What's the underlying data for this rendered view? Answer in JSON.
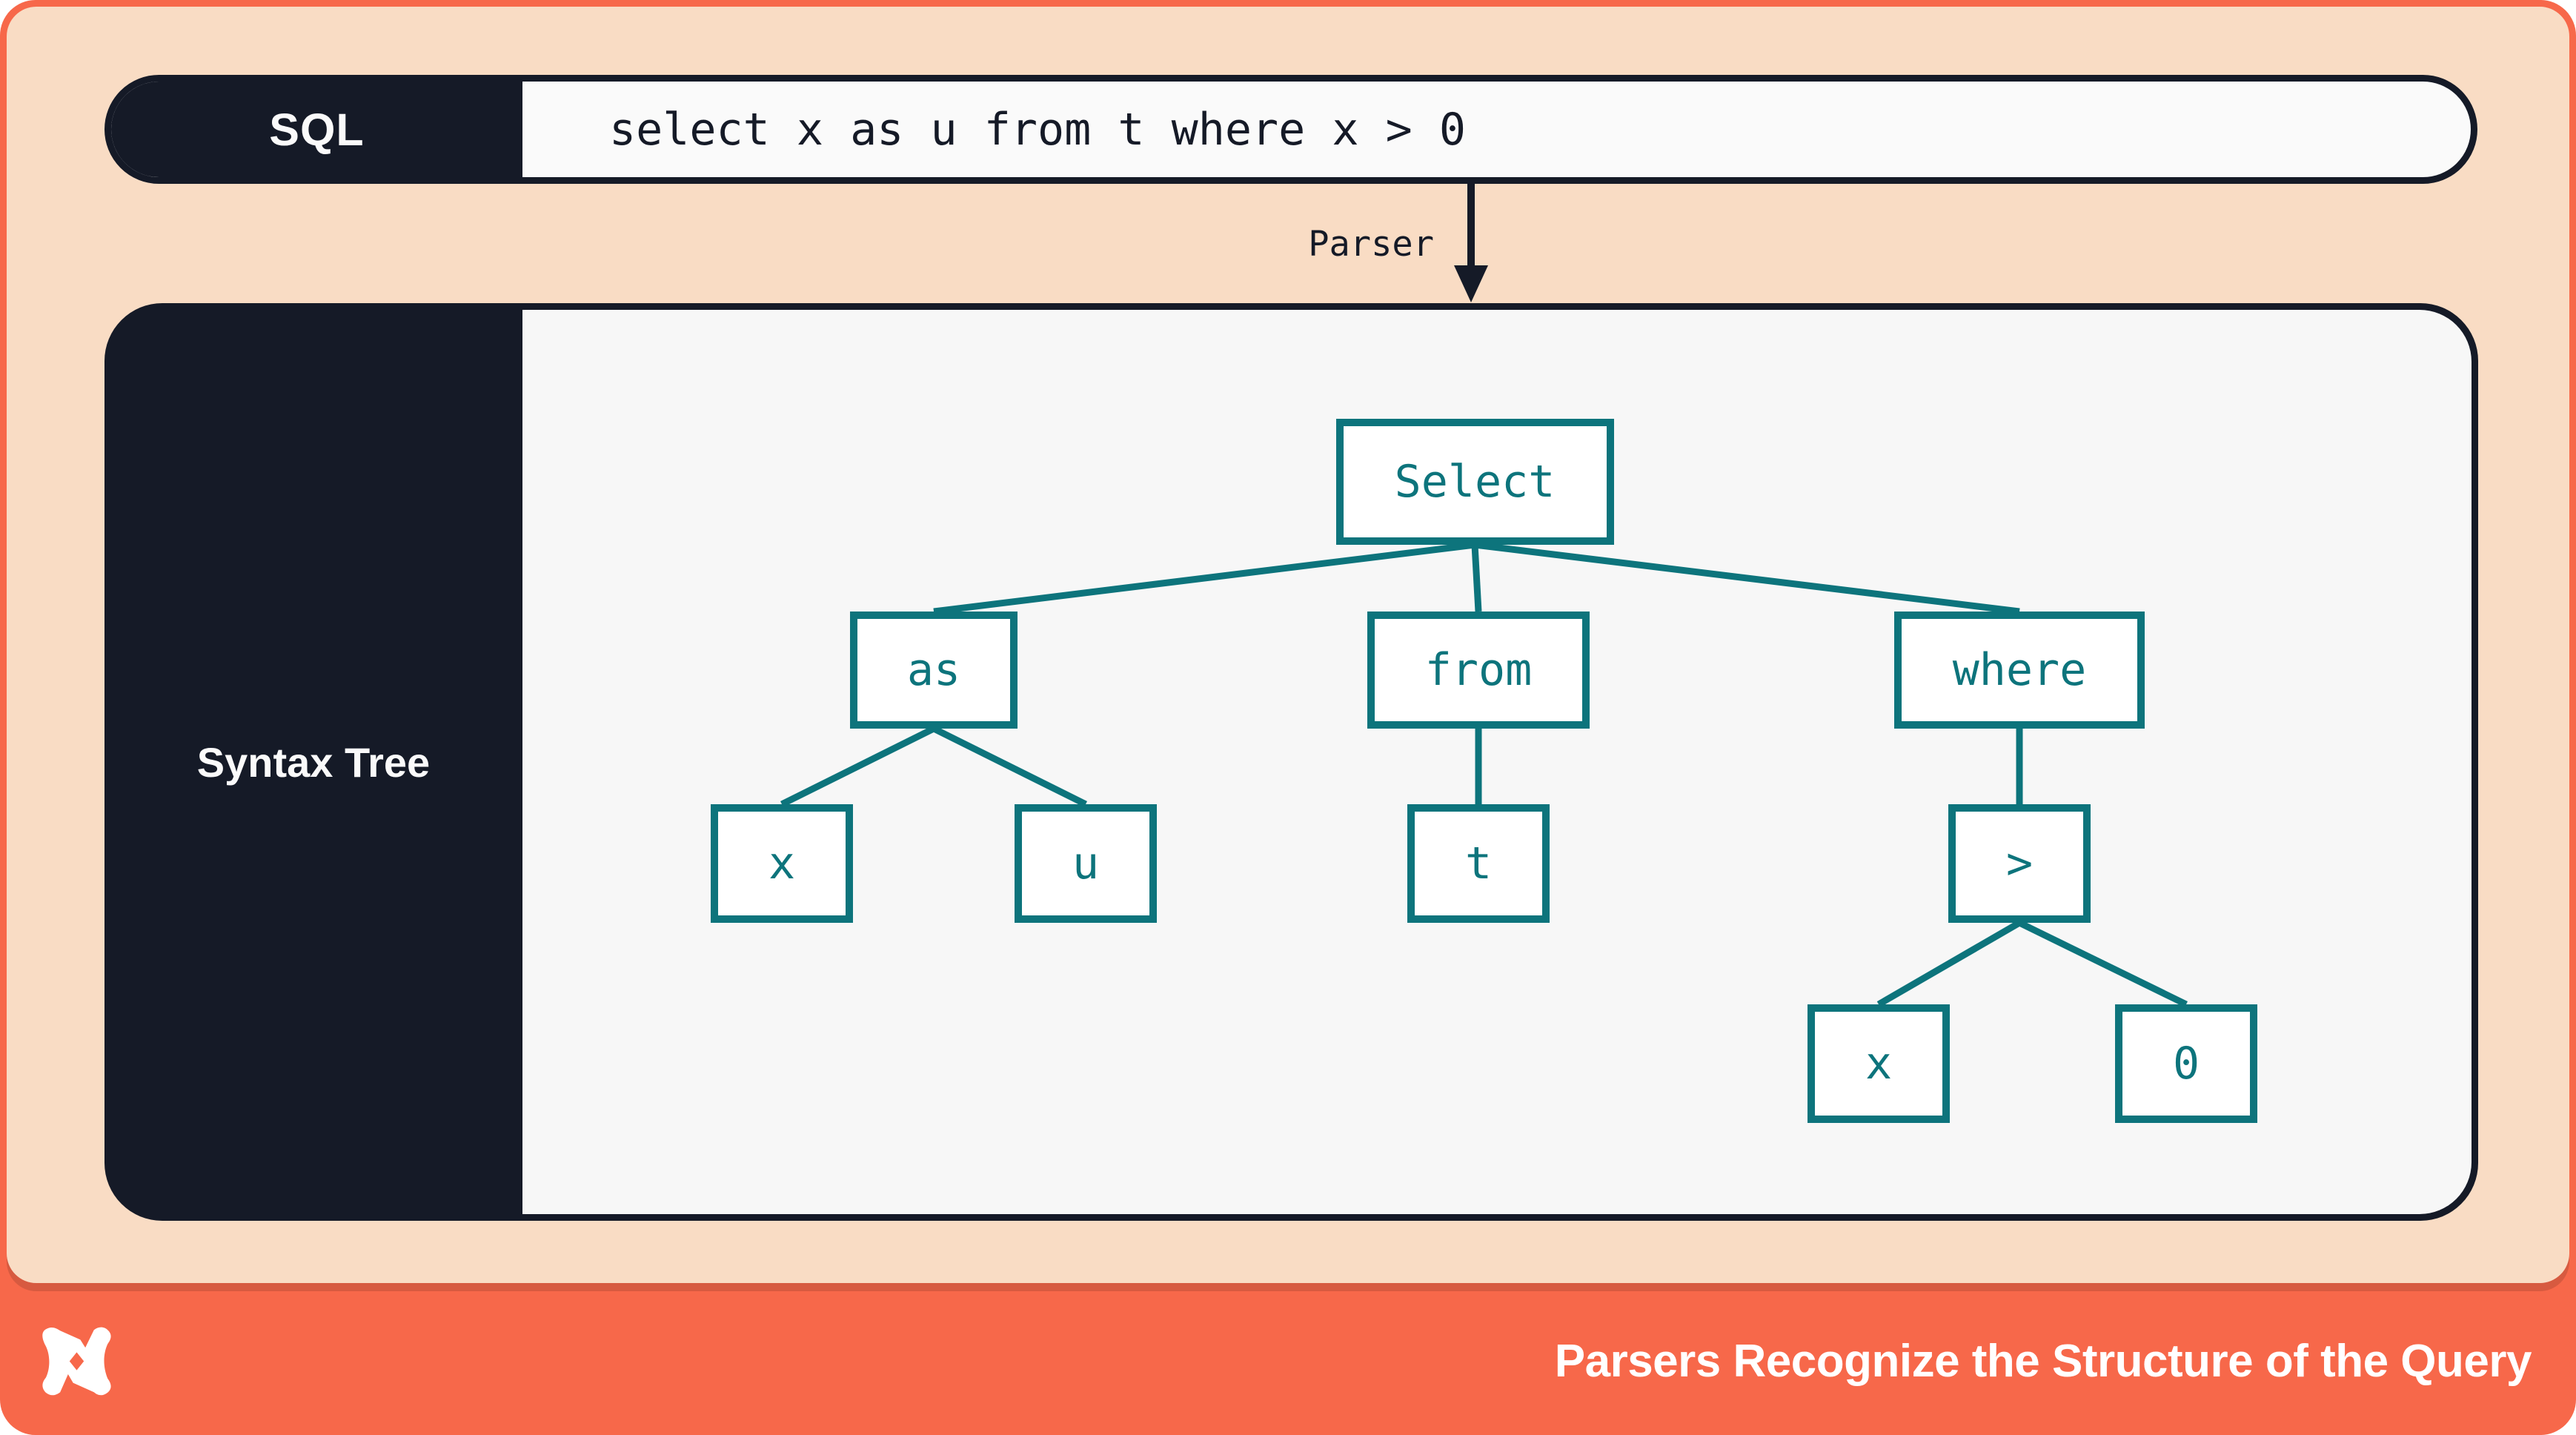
{
  "colors": {
    "coral": "#f7684a",
    "peach": "#f9dcc4",
    "navy": "#151a27",
    "teal": "#0d747c",
    "paper": "#fafafa"
  },
  "sql_bar": {
    "label": "SQL",
    "query": "select x as u from t where x > 0"
  },
  "parser": {
    "label": "Parser",
    "arrow_icon": "down-arrow-icon"
  },
  "syntax_tree_panel": {
    "label": "Syntax Tree",
    "nodes": [
      {
        "id": "select",
        "label": "Select",
        "parent": null
      },
      {
        "id": "as",
        "label": "as",
        "parent": "select"
      },
      {
        "id": "from",
        "label": "from",
        "parent": "select"
      },
      {
        "id": "where",
        "label": "where",
        "parent": "select"
      },
      {
        "id": "x1",
        "label": "x",
        "parent": "as"
      },
      {
        "id": "u",
        "label": "u",
        "parent": "as"
      },
      {
        "id": "t",
        "label": "t",
        "parent": "from"
      },
      {
        "id": "gt",
        "label": ">",
        "parent": "where"
      },
      {
        "id": "x2",
        "label": "x",
        "parent": "gt"
      },
      {
        "id": "zero",
        "label": "0",
        "parent": "gt"
      }
    ]
  },
  "footer": {
    "logo_icon": "x-star-logo-icon",
    "caption": "Parsers Recognize the Structure of the Query"
  }
}
